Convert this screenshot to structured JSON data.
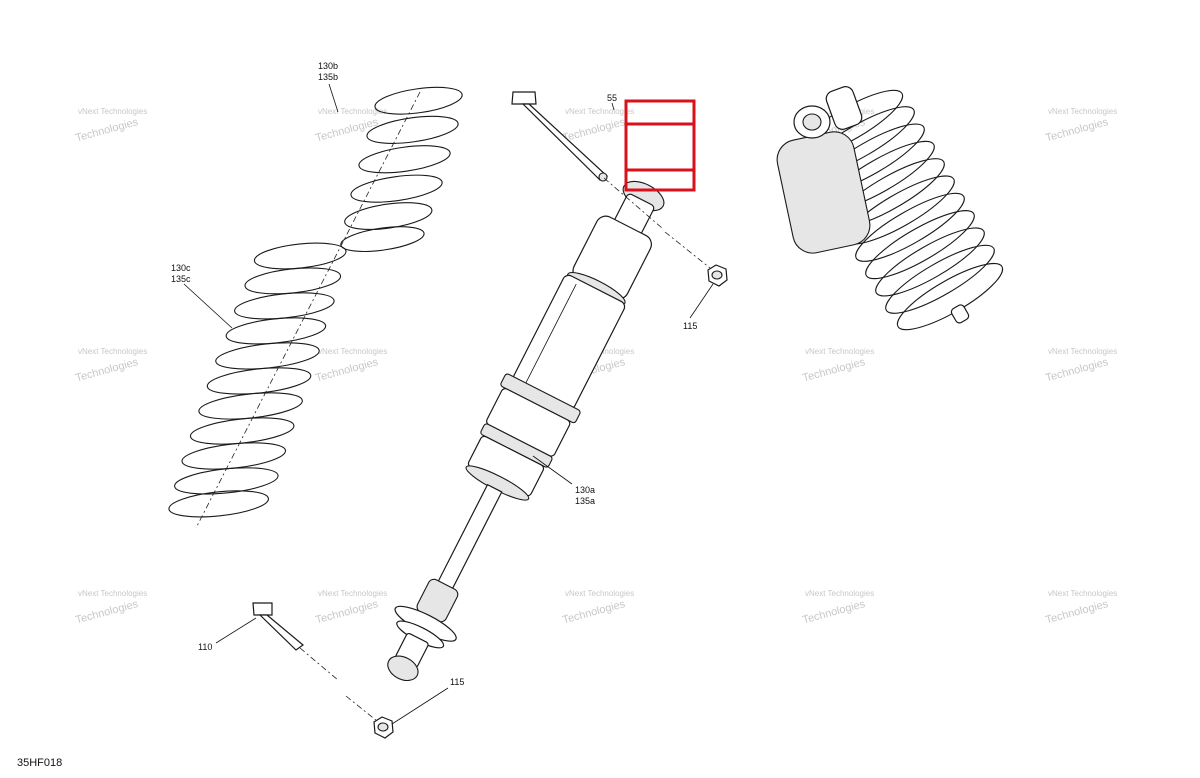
{
  "callouts": {
    "c130b": "130b",
    "c135b": "135b",
    "c130c": "130c",
    "c135c": "135c",
    "c130a": "130a",
    "c135a": "135a",
    "c55": "55",
    "c115_top": "115",
    "c115_bottom": "115",
    "c110": "110"
  },
  "diagram_code": "35HF018",
  "watermark": {
    "line1": "vNext Technologies",
    "line2": "Technologies"
  },
  "colors": {
    "highlight": "#d9111b",
    "line": "#1a1a1a",
    "watermark": "#c7c7c7"
  }
}
